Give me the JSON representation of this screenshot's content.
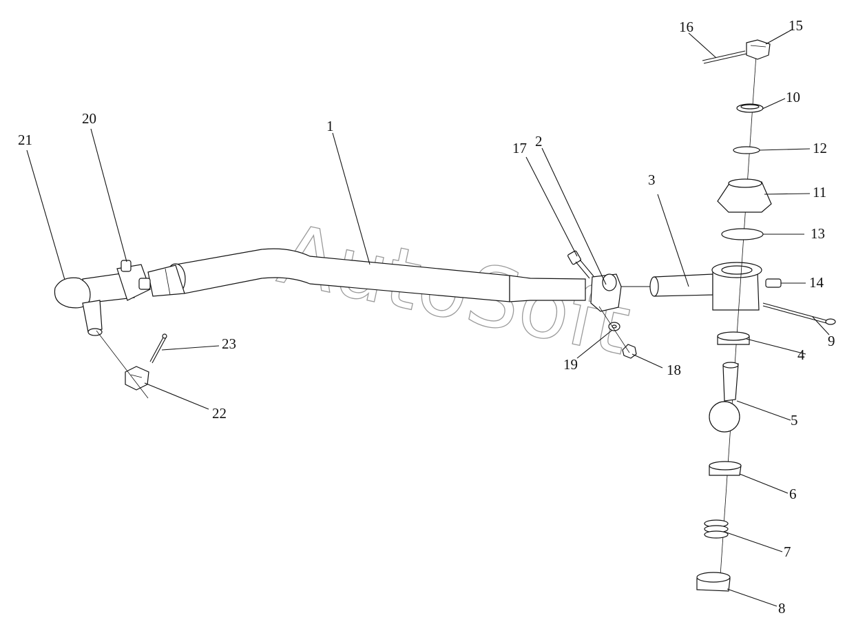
{
  "diagram": {
    "watermark": "AutoSoft",
    "parts": [
      {
        "id": "1"
      },
      {
        "id": "2"
      },
      {
        "id": "3"
      },
      {
        "id": "4"
      },
      {
        "id": "5"
      },
      {
        "id": "6"
      },
      {
        "id": "7"
      },
      {
        "id": "8"
      },
      {
        "id": "9"
      },
      {
        "id": "10"
      },
      {
        "id": "11"
      },
      {
        "id": "12"
      },
      {
        "id": "13"
      },
      {
        "id": "14"
      },
      {
        "id": "15"
      },
      {
        "id": "16"
      },
      {
        "id": "17"
      },
      {
        "id": "18"
      },
      {
        "id": "19"
      },
      {
        "id": "20"
      },
      {
        "id": "21"
      },
      {
        "id": "22"
      },
      {
        "id": "23"
      }
    ]
  }
}
